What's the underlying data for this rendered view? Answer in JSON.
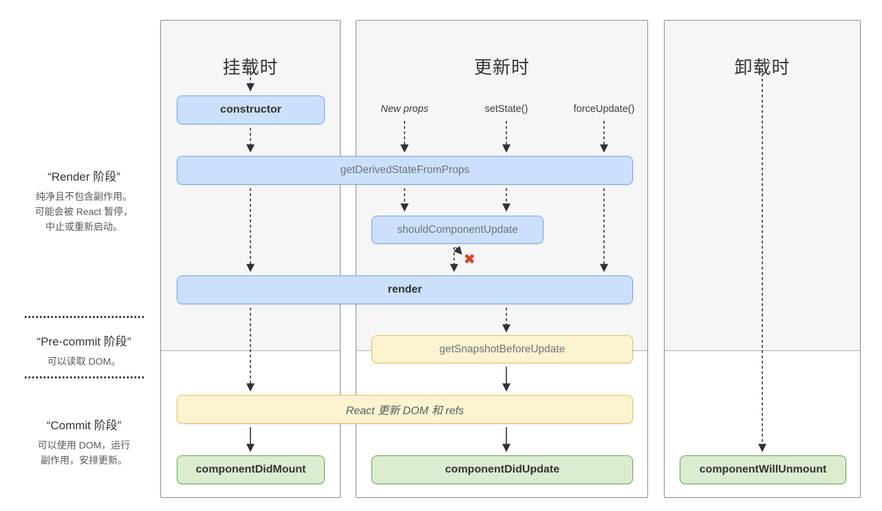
{
  "columns": [
    {
      "id": "mounting",
      "title": "挂载时"
    },
    {
      "id": "updating",
      "title": "更新时",
      "triggers": [
        "New props",
        "setState()",
        "forceUpdate()"
      ]
    },
    {
      "id": "unmounting",
      "title": "卸载时"
    }
  ],
  "phases": [
    {
      "title": "“Render 阶段”",
      "lines": [
        "纯净且不包含副作用。",
        "可能会被 React 暂停，",
        "中止或重新启动。"
      ]
    },
    {
      "title": "“Pre-commit 阶段”",
      "lines": [
        "可以读取 DOM。"
      ]
    },
    {
      "title": "“Commit 阶段”",
      "lines": [
        "可以使用 DOM，运行",
        "副作用，安排更新。"
      ]
    }
  ],
  "boxes": {
    "constructor_box": "constructor",
    "get_derived": "getDerivedStateFromProps",
    "should_update": "shouldComponentUpdate",
    "render_box": "render",
    "get_snapshot": "getSnapshotBeforeUpdate",
    "react_updates": "React 更新 DOM 和 refs",
    "did_mount": "componentDidMount",
    "did_update": "componentDidUpdate",
    "will_unmount": "componentWillUnmount"
  },
  "icons": {
    "reject_icon": "✖"
  },
  "colors": {
    "blue_fill": "#cce0fb",
    "blue_border": "#74a4ec",
    "yellow_fill": "#fcf3d1",
    "yellow_border": "#e9c150",
    "green_fill": "#dcecd1",
    "green_border": "#62a452",
    "arrow_color": "#2e3138",
    "reject_color": "#d6452c",
    "muted_text": "#6d737d",
    "bold_text": "#333333"
  }
}
